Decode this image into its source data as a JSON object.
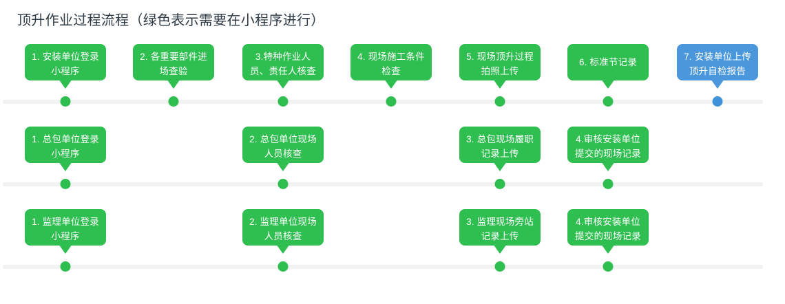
{
  "title": "顶升作业过程流程（绿色表示需要在小程序进行）",
  "colors": {
    "green": "#2fbe50",
    "blue": "#4a97db",
    "rail": "#f2f2f2",
    "title_text": "#2e3a45",
    "bubble_text": "#ffffff"
  },
  "columns_x": [
    95,
    252,
    411,
    568,
    726,
    883,
    1042
  ],
  "rows": [
    {
      "name": "installation-unit-row",
      "nodes": [
        {
          "col": 0,
          "label": "1. 安装单位登录小程序",
          "color": "green",
          "lines": 2
        },
        {
          "col": 1,
          "label": "2. 各重要部件进场查验",
          "color": "green",
          "lines": 2
        },
        {
          "col": 2,
          "label": "3.特种作业人员、责任人核查",
          "color": "green",
          "lines": 2
        },
        {
          "col": 3,
          "label": "4. 现场施工条件检查",
          "color": "green",
          "lines": 2
        },
        {
          "col": 4,
          "label": "5. 现场顶升过程拍照上传",
          "color": "green",
          "lines": 2
        },
        {
          "col": 5,
          "label": "6. 标准节记录",
          "color": "green",
          "lines": 1
        },
        {
          "col": 6,
          "label": "7. 安装单位上传顶升自检报告",
          "color": "blue",
          "lines": 2
        }
      ]
    },
    {
      "name": "general-contractor-row",
      "nodes": [
        {
          "col": 0,
          "label": "1. 总包单位登录小程序",
          "color": "green",
          "lines": 2
        },
        {
          "col": 2,
          "label": "2. 总包单位现场人员核查",
          "color": "green",
          "lines": 2
        },
        {
          "col": 4,
          "label": "3. 总包现场履职记录上传",
          "color": "green",
          "lines": 2
        },
        {
          "col": 5,
          "label": "4.审核安装单位提交的现场记录",
          "color": "green",
          "lines": 2
        }
      ]
    },
    {
      "name": "supervision-unit-row",
      "nodes": [
        {
          "col": 0,
          "label": "1. 监理单位登录小程序",
          "color": "green",
          "lines": 2
        },
        {
          "col": 2,
          "label": "2. 监理单位现场人员核查",
          "color": "green",
          "lines": 2
        },
        {
          "col": 4,
          "label": "3. 监理现场旁站记录上传",
          "color": "green",
          "lines": 2
        },
        {
          "col": 5,
          "label": "4.审核安装单位提交的现场记录",
          "color": "green",
          "lines": 2
        }
      ]
    }
  ]
}
